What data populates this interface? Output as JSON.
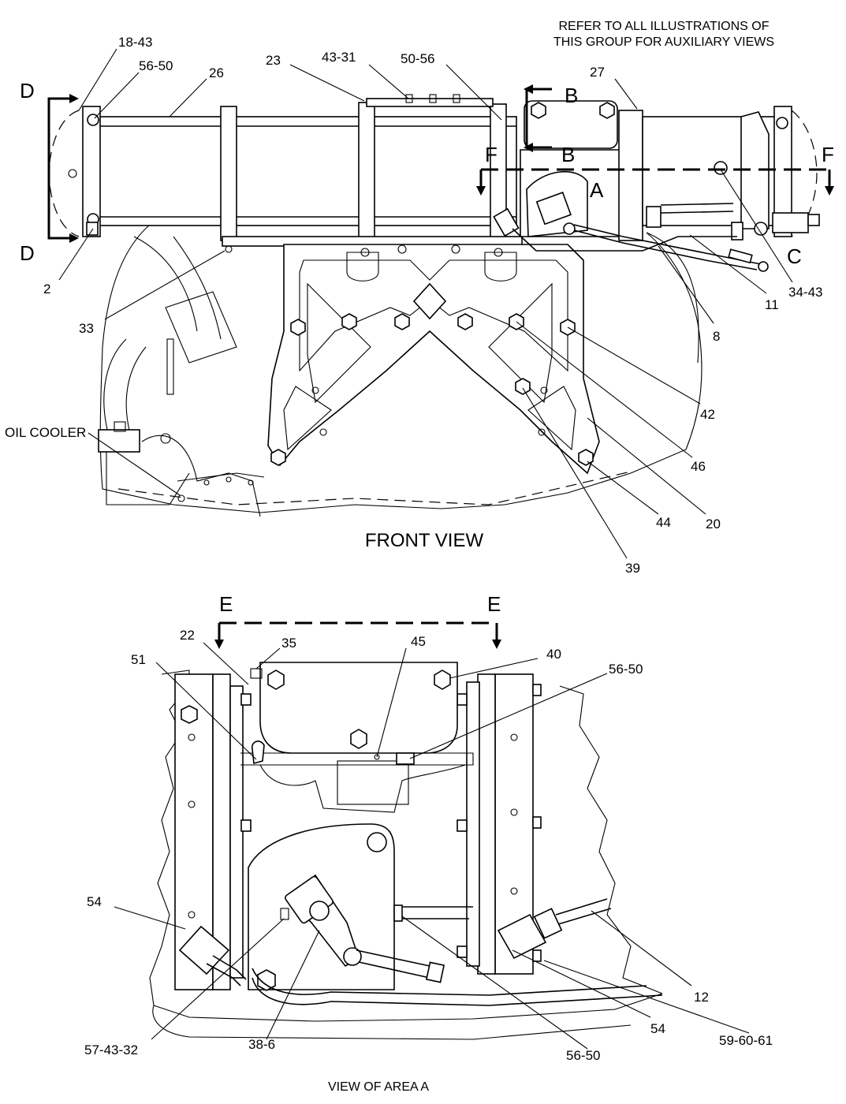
{
  "note": {
    "line1": "REFER TO ALL ILLUSTRATIONS OF",
    "line2": "THIS GROUP FOR AUXILIARY VIEWS"
  },
  "front_view": {
    "title": "FRONT VIEW",
    "callouts": {
      "c18_43": "18-43",
      "c56_50": "56-50",
      "c26": "26",
      "c23": "23",
      "c43_31": "43-31",
      "c50_56": "50-56",
      "c27": "27",
      "c2": "2",
      "c33": "33",
      "c8": "8",
      "c11": "11",
      "c34_43": "34-43",
      "c42": "42",
      "c46": "46",
      "c20": "20",
      "c44": "44",
      "c39": "39"
    },
    "oil_cooler": "OIL COOLER",
    "sections": {
      "d_top": "D",
      "d_bottom": "D",
      "b_top": "B",
      "b_bottom": "B",
      "f_left": "F",
      "f_right": "F",
      "a": "A",
      "c": "C"
    }
  },
  "area_a_view": {
    "title": "VIEW OF AREA  A",
    "callouts": {
      "c22": "22",
      "c35": "35",
      "c45": "45",
      "c40": "40",
      "c51": "51",
      "c56_50_top": "56-50",
      "c54_left": "54",
      "c12": "12",
      "c54_right": "54",
      "c59_60_61": "59-60-61",
      "c57_43_32": "57-43-32",
      "c38_6": "38-6",
      "c56_50_bottom": "56-50"
    },
    "sections": {
      "e_left": "E",
      "e_right": "E"
    }
  }
}
